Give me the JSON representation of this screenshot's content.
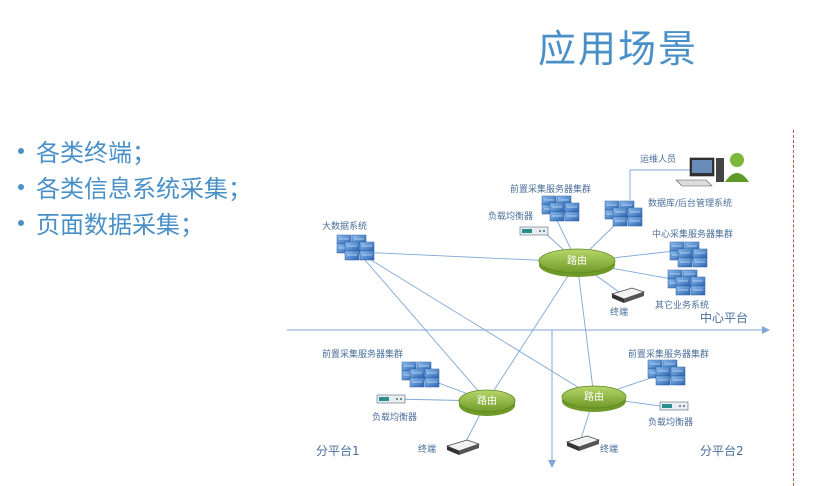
{
  "slide": {
    "title": "应用场景",
    "bullets": [
      {
        "text": "各类终端；"
      },
      {
        "text": "各类信息系统采集；"
      },
      {
        "text": "页面数据采集；"
      }
    ]
  },
  "diagram": {
    "routers": {
      "center": "路由",
      "left": "路由",
      "right": "路由"
    },
    "labels": {
      "ops_staff": "运维人员",
      "front_cluster_top": "前置采集服务器集群",
      "db_backend": "数据库/后台管理系统",
      "load_balancer_top": "负载均衡器",
      "bigdata": "大数据系统",
      "center_cluster": "中心采集服务器集群",
      "terminal_center": "终端",
      "other_systems": "其它业务系统",
      "center_platform": "中心平台",
      "front_cluster_left": "前置采集服务器集群",
      "load_balancer_left": "负载均衡器",
      "terminal_left": "终端",
      "sub_platform_1": "分平台1",
      "front_cluster_right": "前置采集服务器集群",
      "load_balancer_right": "负载均衡器",
      "terminal_right": "终端",
      "sub_platform_2": "分平台2"
    },
    "colors": {
      "router": "#8db340",
      "server": "#3d7cc9",
      "line": "#7fa8d6",
      "accent": "#4a90c8"
    }
  }
}
